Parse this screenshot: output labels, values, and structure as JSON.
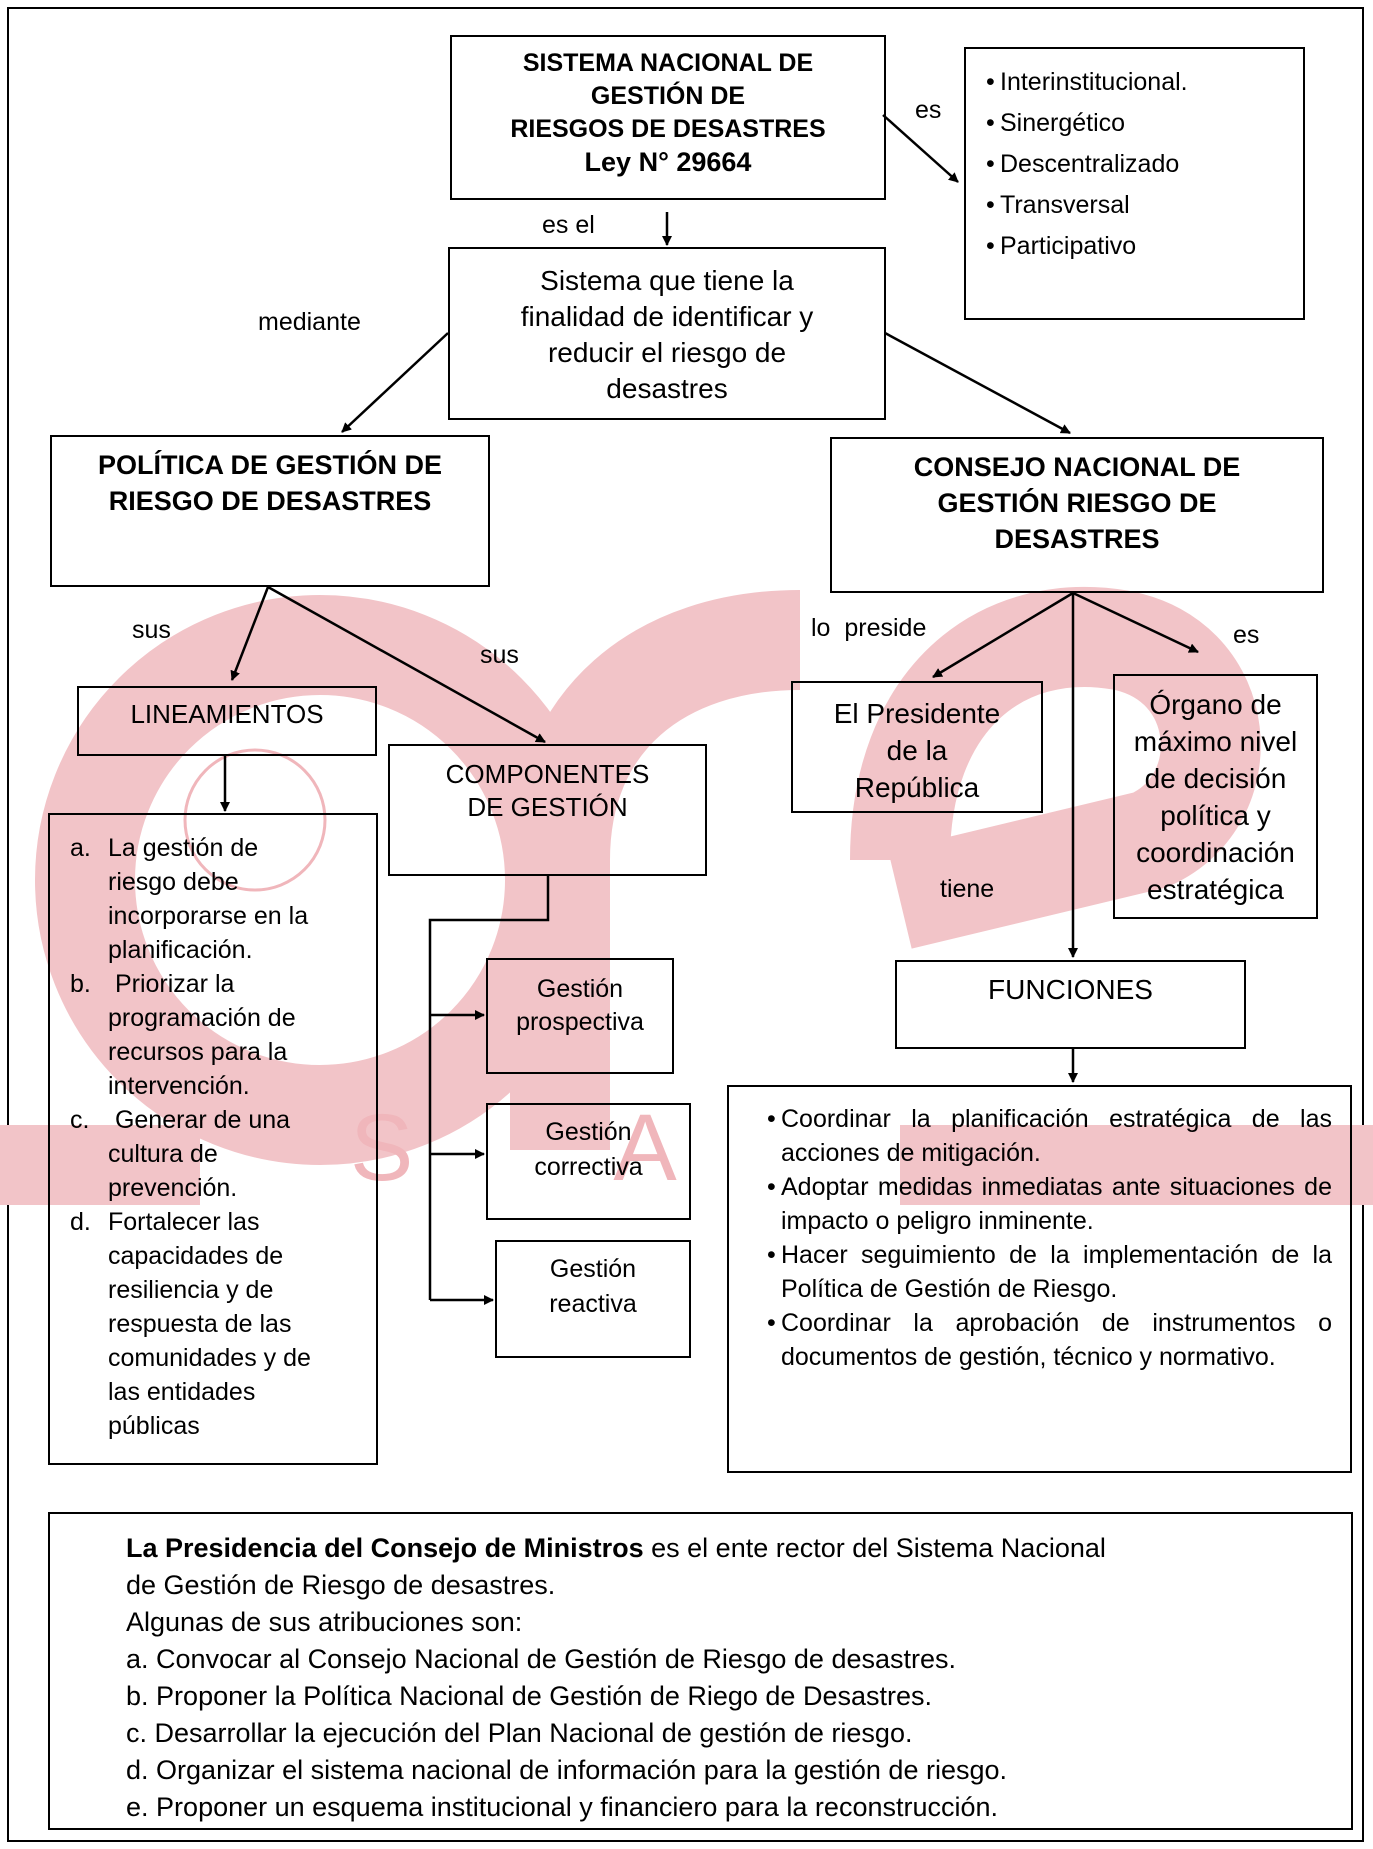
{
  "diagram": {
    "root": {
      "title_lines": [
        "SISTEMA NACIONAL DE",
        "GESTIÓN DE",
        "RIESGOS DE DESASTRES",
        "Ley N° 29664"
      ]
    },
    "characteristics": {
      "connector_label": "es",
      "items": [
        "Interinstitucional.",
        "Sinergético",
        "Descentralizado",
        "Transversal",
        "Participativo"
      ]
    },
    "system_definition": {
      "connector_label": "es el",
      "text_lines": [
        "Sistema que tiene la",
        "finalidad de identificar y",
        "reducir el riesgo de",
        "desastres"
      ]
    },
    "politica": {
      "connector_label": "mediante",
      "title_lines": [
        "POLÍTICA DE GESTIÓN DE",
        "RIESGO DE DESASTRES"
      ]
    },
    "consejo": {
      "title_lines": [
        "CONSEJO NACIONAL DE",
        "GESTIÓN  RIESGO DE",
        "DESASTRES"
      ]
    },
    "lineamientos": {
      "connector_label": "sus",
      "title": "LINEAMIENTOS",
      "items": [
        {
          "marker": "a.",
          "lines": [
            "La gestión de",
            "riesgo debe",
            "incorporarse en la",
            "planificación."
          ]
        },
        {
          "marker": "b.",
          "lines": [
            " Priorizar la",
            "programación de",
            "recursos para la",
            "intervención."
          ]
        },
        {
          "marker": "c.",
          "lines": [
            " Generar de una",
            "cultura de",
            "prevención."
          ]
        },
        {
          "marker": "d.",
          "lines": [
            "Fortalecer las",
            "capacidades de",
            "resiliencia y de",
            "respuesta de las",
            "comunidades y de",
            "las entidades",
            "públicas"
          ]
        }
      ]
    },
    "componentes": {
      "connector_label": "sus",
      "title_lines": [
        "COMPONENTES",
        "DE GESTIÓN"
      ],
      "items": [
        {
          "lines": [
            "Gestión",
            "prospectiva"
          ]
        },
        {
          "lines": [
            "Gestión",
            "correctiva"
          ]
        },
        {
          "lines": [
            "Gestión",
            "reactiva"
          ]
        }
      ]
    },
    "presidente": {
      "connector_label": "lo  preside",
      "text_lines": [
        "El Presidente",
        "de la",
        "República"
      ]
    },
    "organo": {
      "connector_label": "es",
      "text_lines": [
        "Órgano de",
        "máximo nivel",
        "de decisión",
        "política y",
        "coordinación",
        "estratégica"
      ]
    },
    "funciones": {
      "connector_label": "tiene",
      "title": "FUNCIONES",
      "items": [
        "Coordinar la planificación estratégica de las acciones de mitigación.",
        "Adoptar medidas inmediatas ante situaciones de impacto o peligro inminente.",
        "Hacer seguimiento de la implementación de la Política de Gestión de Riesgo.",
        "Coordinar la aprobación de instrumentos o documentos de gestión, técnico y normativo."
      ]
    }
  },
  "note": {
    "lead_bold": "La Presidencia del Consejo de Ministros",
    "lead_rest": " es el ente rector del Sistema Nacional",
    "lead_line2": "de Gestión de Riesgo de desastres.",
    "intro": "Algunas de sus atribuciones son:",
    "items": [
      {
        "marker": "a.",
        "text": "Convocar al Consejo Nacional de Gestión de Riesgo de desastres."
      },
      {
        "marker": "b.",
        "text": "Proponer la Política Nacional de Gestión de Riego de Desastres."
      },
      {
        "marker": "c.",
        "text": "Desarrollar la ejecución del Plan Nacional de gestión de riesgo."
      },
      {
        "marker": "d.",
        "text": "Organizar el sistema nacional de información para la gestión de riesgo."
      },
      {
        "marker": "e.",
        "text": "Proponer un esquema institucional y financiero para la reconstrucción."
      }
    ]
  },
  "watermark": {
    "letters": "SA",
    "color": "#f2c4c8",
    "letter_color": "#f0b6bb"
  }
}
